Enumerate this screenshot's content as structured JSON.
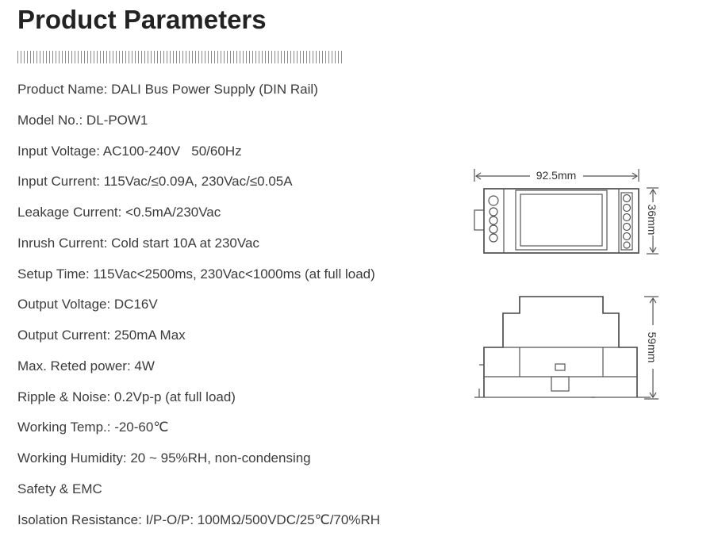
{
  "title": "Product Parameters",
  "parameters": [
    "Product Name: DALI Bus Power Supply (DIN Rail)",
    "Model No.: DL-POW1",
    "Input Voltage: AC100-240V   50/60Hz",
    "Input Current: 115Vac/≤0.09A, 230Vac/≤0.05A",
    "Leakage Current: <0.5mA/230Vac",
    "Inrush Current: Cold start 10A at 230Vac",
    "Setup Time: 115Vac<2500ms, 230Vac<1000ms (at full load)",
    "Output Voltage: DC16V",
    "Output Current: 250mA Max",
    "Max. Reted power: 4W",
    "Ripple & Noise: 0.2Vp-p (at full load)",
    "Working Temp.: -20-60℃",
    "Working Humidity: 20 ~ 95%RH, non-condensing",
    "Safety & EMC",
    "Isolation Resistance: I/P-O/P: 100MΩ/500VDC/25℃/70%RH"
  ],
  "drawing": {
    "width_label": "92.5mm",
    "depth_label": "36mm",
    "height_label": "59mm"
  }
}
